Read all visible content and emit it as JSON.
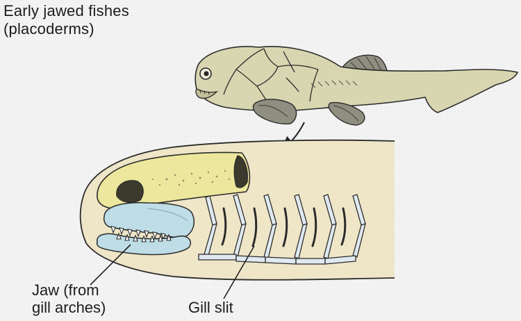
{
  "title": {
    "line1": "Early jawed fishes",
    "line2": "(placoderms)"
  },
  "labels": {
    "jaw_line1": "Jaw (from",
    "jaw_line2": "gill arches)",
    "gill_slit": "Gill slit"
  },
  "colors": {
    "background": "#f4f4f4",
    "fish_body": "#d8d6b0",
    "fish_fin": "#8f8e80",
    "head_outline_fill": "#efe6c8",
    "skull_yellow": "#ede79d",
    "jaw_blue": "#bfdde6",
    "outline": "#222222"
  }
}
